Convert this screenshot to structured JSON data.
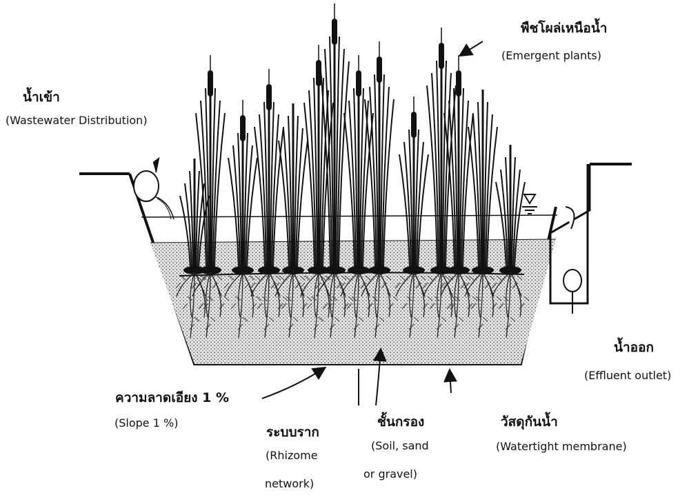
{
  "labels": {
    "inlet": {
      "th": "น้ำเข้า",
      "en": "(Wastewater Distribution)"
    },
    "plants": {
      "th": "พืชโผล่เหนือน้ำ",
      "en": "(Emergent plants)"
    },
    "outlet": {
      "th": "น้ำออก",
      "en": "(Effluent outlet)"
    },
    "slope": {
      "th": "ความลาดเอียง 1 %",
      "en": "(Slope 1 %)"
    },
    "rhizome": {
      "th": "ระบบราก",
      "en1": "(Rhizome",
      "en2": "network)"
    },
    "media": {
      "th": "ชั้นกรอง",
      "en1": "(Soil, sand",
      "en2": "or gravel)"
    },
    "membrane": {
      "th": "วัสดุกันน้ำ",
      "en": "(Watertight membrane)"
    }
  },
  "colors": {
    "ink": "#111111",
    "media_fill": "#d9d9d9",
    "paper": "#ffffff"
  },
  "icons": [
    "inlet-valve-icon",
    "outlet-valve-icon",
    "water-level-icon",
    "cattail-plant-icon",
    "root-icon"
  ]
}
